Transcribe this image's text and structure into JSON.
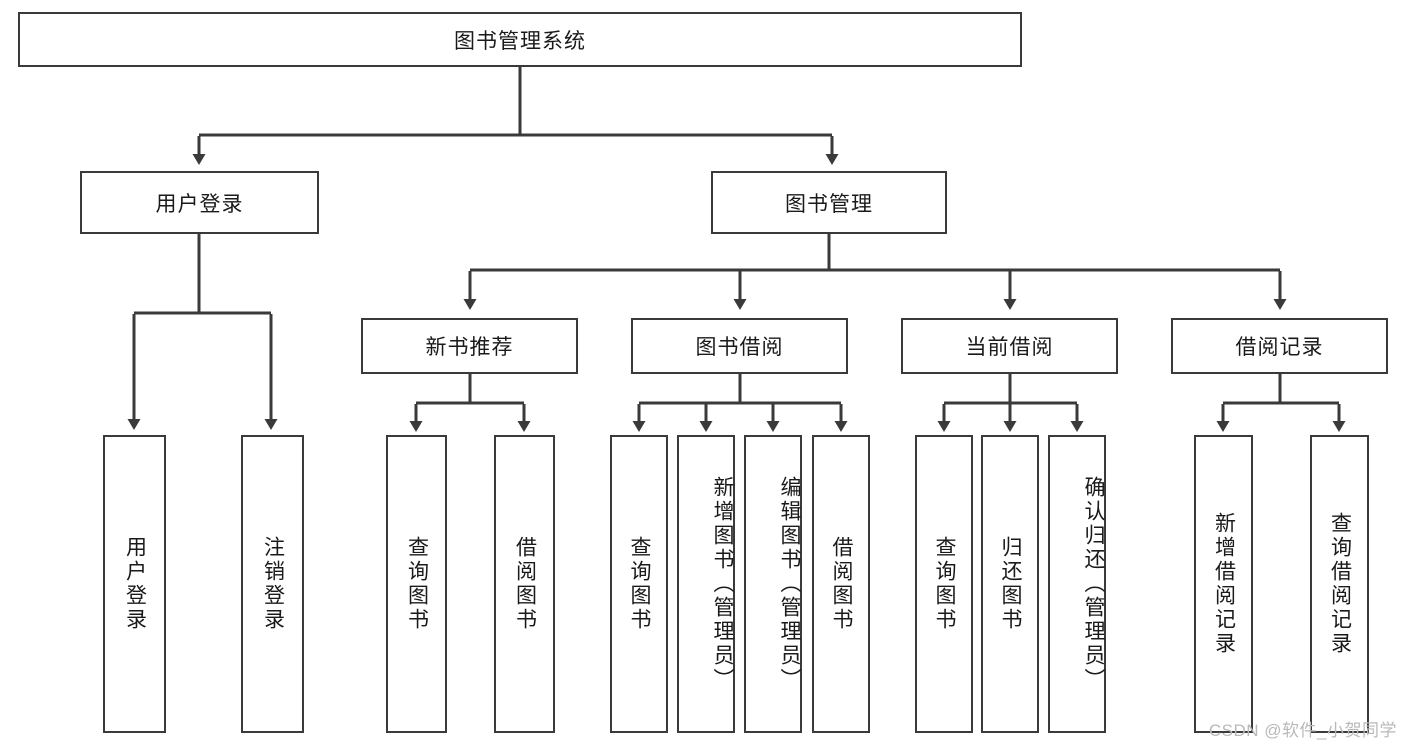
{
  "diagram": {
    "title": "图书管理系统",
    "root": {
      "label": "图书管理系统"
    },
    "level2": [
      {
        "label": "用户登录"
      },
      {
        "label": "图书管理"
      }
    ],
    "level3": [
      {
        "label": "新书推荐"
      },
      {
        "label": "图书借阅"
      },
      {
        "label": "当前借阅"
      },
      {
        "label": "借阅记录"
      }
    ],
    "leaves": {
      "user_login": [
        {
          "label": "用户登录"
        },
        {
          "label": "注销登录"
        }
      ],
      "new_book_recommend": [
        {
          "label": "查询图书"
        },
        {
          "label": "借阅图书"
        }
      ],
      "book_borrow": [
        {
          "label": "查询图书"
        },
        {
          "label": "新增图书（管理员）"
        },
        {
          "label": "编辑图书（管理员）"
        },
        {
          "label": "借阅图书"
        }
      ],
      "current_borrow": [
        {
          "label": "查询图书"
        },
        {
          "label": "归还图书"
        },
        {
          "label": "确认归还（管理员）"
        }
      ],
      "borrow_record": [
        {
          "label": "新增借阅记录"
        },
        {
          "label": "查询借阅记录"
        }
      ]
    }
  },
  "watermark": {
    "text": "CSDN @软件_小贺同学"
  },
  "colors": {
    "stroke": "#3a3a3a",
    "background": "#ffffff",
    "text": "#1a1a1a",
    "watermark": "#b9b9b9"
  }
}
